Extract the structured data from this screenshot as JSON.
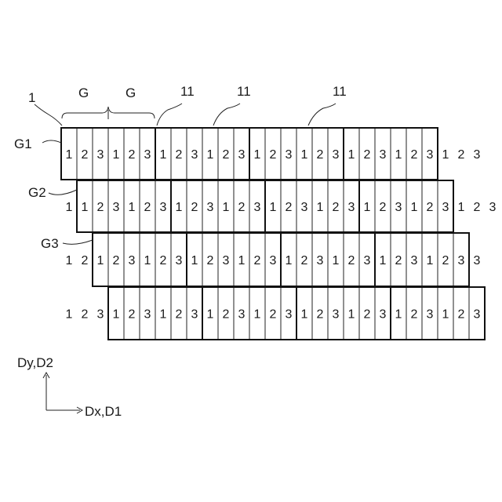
{
  "labels": {
    "ref_1": "1",
    "group_left": "G",
    "group_right": "G",
    "ref_11_a": "11",
    "ref_11_b": "11",
    "ref_11_c": "11",
    "row_g1": "G1",
    "row_g2": "G2",
    "row_g3": "G3"
  },
  "axes": {
    "vertical": "Dy,D2",
    "horizontal": "Dx,D1"
  },
  "pattern": [
    "1",
    "2",
    "3"
  ],
  "rows": [
    {
      "trailing_outside": [
        "1",
        "2",
        "3"
      ]
    },
    {
      "leading_outside": [
        "1"
      ],
      "trailing_outside": [
        "1",
        "2",
        "3"
      ]
    },
    {
      "leading_outside": [
        "1",
        "2"
      ],
      "trailing_outside": [
        "3"
      ]
    },
    {
      "leading_outside": [
        "1",
        "2",
        "3"
      ]
    }
  ],
  "colors": {
    "line": "#111111",
    "text": "#1a1a1a",
    "background": "#ffffff"
  }
}
